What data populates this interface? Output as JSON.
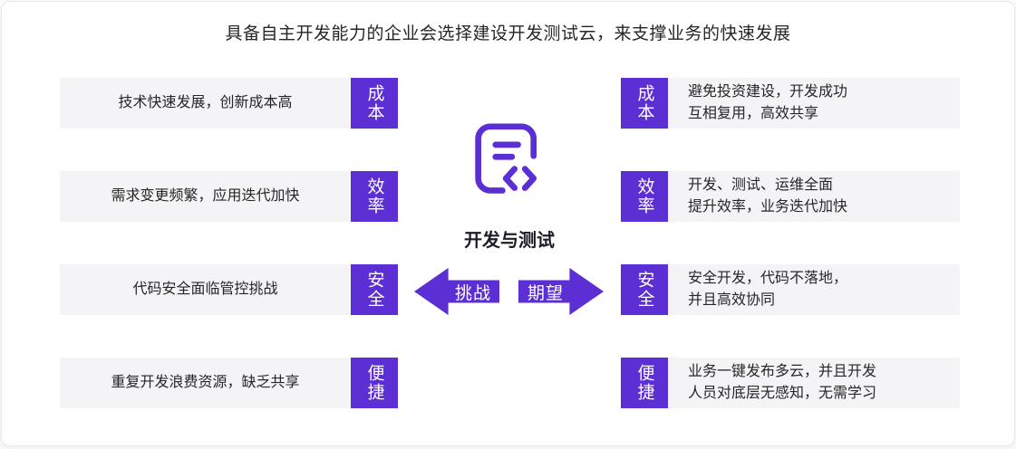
{
  "title": "具备自主开发能力的企业会选择建设开发测试云，来支撑业务的快速发展",
  "center": {
    "label": "开发与测试",
    "icon": "code-document-icon"
  },
  "arrows": {
    "left": "挑战",
    "right": "期望"
  },
  "left_items": [
    {
      "text": "技术快速发展，创新成本高",
      "tag": "成本"
    },
    {
      "text": "需求变更频繁，应用迭代加快",
      "tag": "效率"
    },
    {
      "text": "代码安全面临管控挑战",
      "tag": "安全"
    },
    {
      "text": "重复开发浪费资源，缺乏共享",
      "tag": "便捷"
    }
  ],
  "right_items": [
    {
      "tag": "成本",
      "text": "避免投资建设，开发成功\n互相复用，高效共享"
    },
    {
      "tag": "效率",
      "text": "开发、测试、运维全面\n提升效率，业务迭代加快"
    },
    {
      "tag": "安全",
      "text": "安全开发，代码不落地，\n并且高效协同"
    },
    {
      "tag": "便捷",
      "text": "业务一键发布多云，并且开发\n人员对底层无感知，无需学习"
    }
  ],
  "colors": {
    "accent": "#5B2FD3",
    "row_bg": "#F4F4F6",
    "text": "#262626"
  }
}
